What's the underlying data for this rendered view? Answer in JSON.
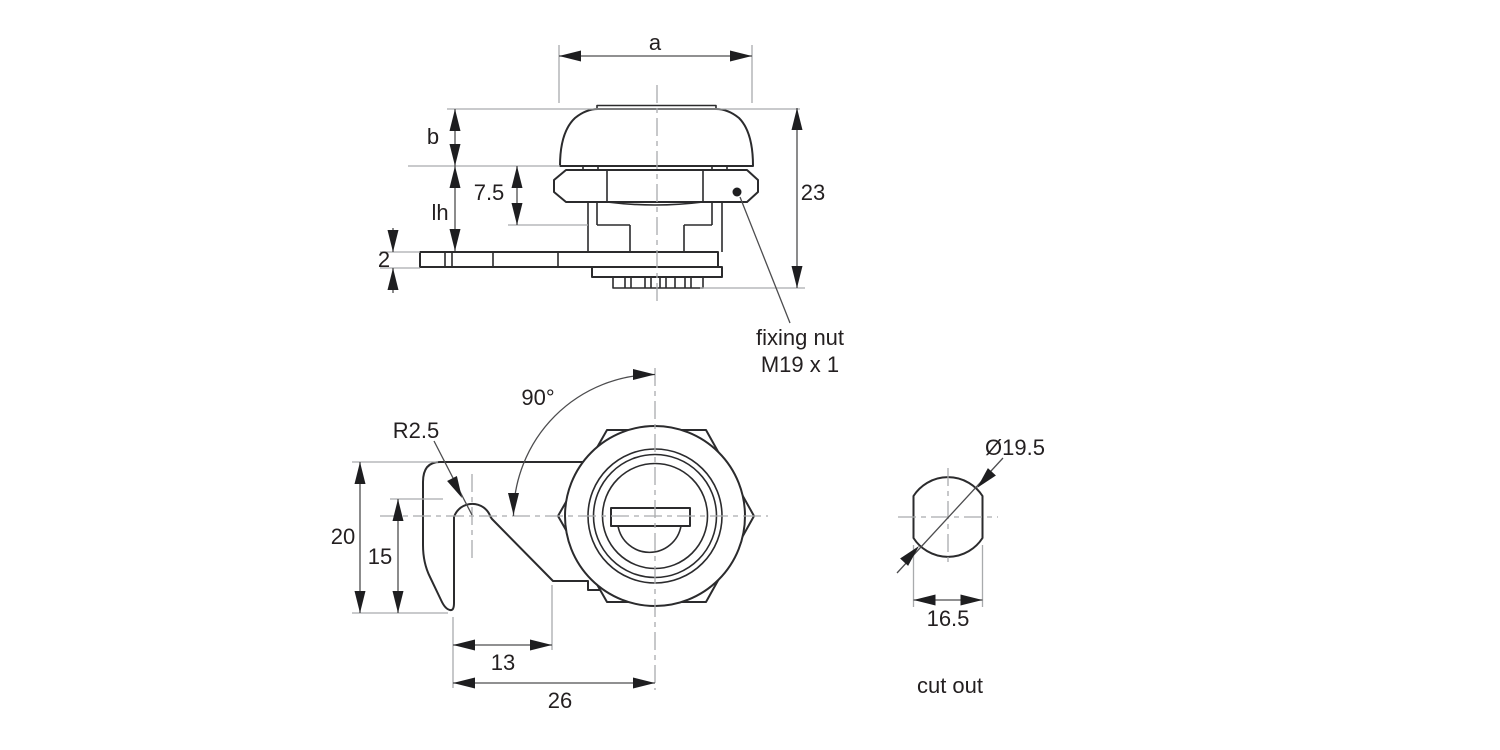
{
  "page": {
    "background": "#ffffff"
  },
  "colors": {
    "object_line": "#2b2b2d",
    "dimension_line": "#4d4d4f",
    "guide_line": "#a9abad",
    "arrow": "#1e1e20",
    "text": "#231f20"
  },
  "side_view": {
    "dim_a": "a",
    "dim_b": "b",
    "dim_7_5": "7.5",
    "dim_lh": "lh",
    "dim_2": "2",
    "dim_23": "23",
    "callout_line1": "fixing nut",
    "callout_line2": "M19 x 1"
  },
  "front_view": {
    "dim_angle": "90°",
    "dim_radius": "R2.5",
    "dim_20": "20",
    "dim_15": "15",
    "dim_13": "13",
    "dim_26": "26"
  },
  "cutout_view": {
    "dim_diameter": "Ø19.5",
    "dim_width": "16.5",
    "caption": "cut out"
  }
}
